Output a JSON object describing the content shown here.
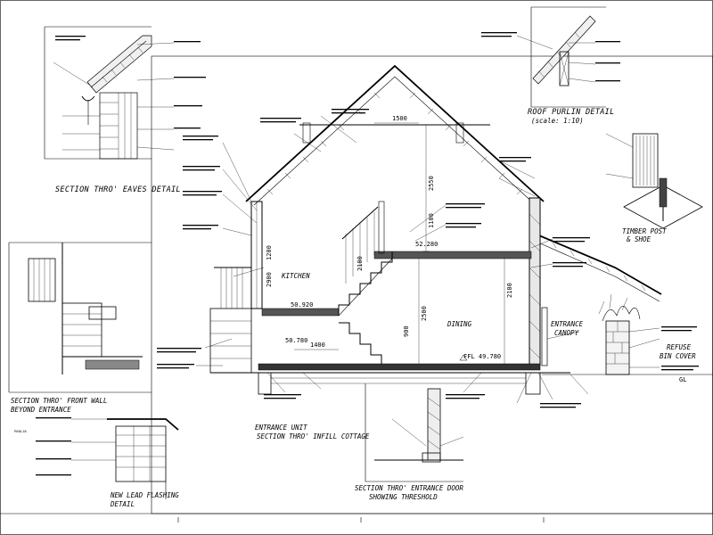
{
  "titles": {
    "eaves_detail": "SECTION THRO' EAVES DETAIL",
    "purlin_detail": "ROOF PURLIN DETAIL",
    "purlin_scale": "(scale: 1:10)",
    "timber_post": "TIMBER POST",
    "timber_post_2": "& SHOE",
    "front_wall_1": "SECTION THRO' FRONT WALL",
    "front_wall_2": "BEYOND ENTRANCE",
    "entrance_unit_1": "ENTRANCE UNIT",
    "entrance_unit_2": "SECTION THRO' INFILL COTTAGE",
    "lead_flashing_1": "NEW LEAD FLASHING",
    "lead_flashing_2": "DETAIL",
    "threshold_1": "SECTION THRO' ENTRANCE DOOR",
    "threshold_2": "SHOWING THRESHOLD"
  },
  "rooms": {
    "kitchen": "KITCHEN",
    "dining": "DINING",
    "entrance_canopy_1": "ENTRANCE",
    "entrance_canopy_2": "CANOPY",
    "refuse_1": "REFUSE",
    "refuse_2": "BIN COVER"
  },
  "levels": {
    "ffl": "FFL 49.780",
    "level_1": "50.920",
    "level_2": "52.280",
    "level_3": "50.780",
    "gl": "GL"
  },
  "dimensions": {
    "d2550": "2550",
    "d1100": "1100",
    "d2100": "2100",
    "d2500": "2500",
    "d2100b": "2100",
    "d900": "900",
    "d1200": "1200",
    "d2900": "2900",
    "d1500": "1500",
    "d1400": "1400"
  },
  "sheet_ref": "P00L18"
}
